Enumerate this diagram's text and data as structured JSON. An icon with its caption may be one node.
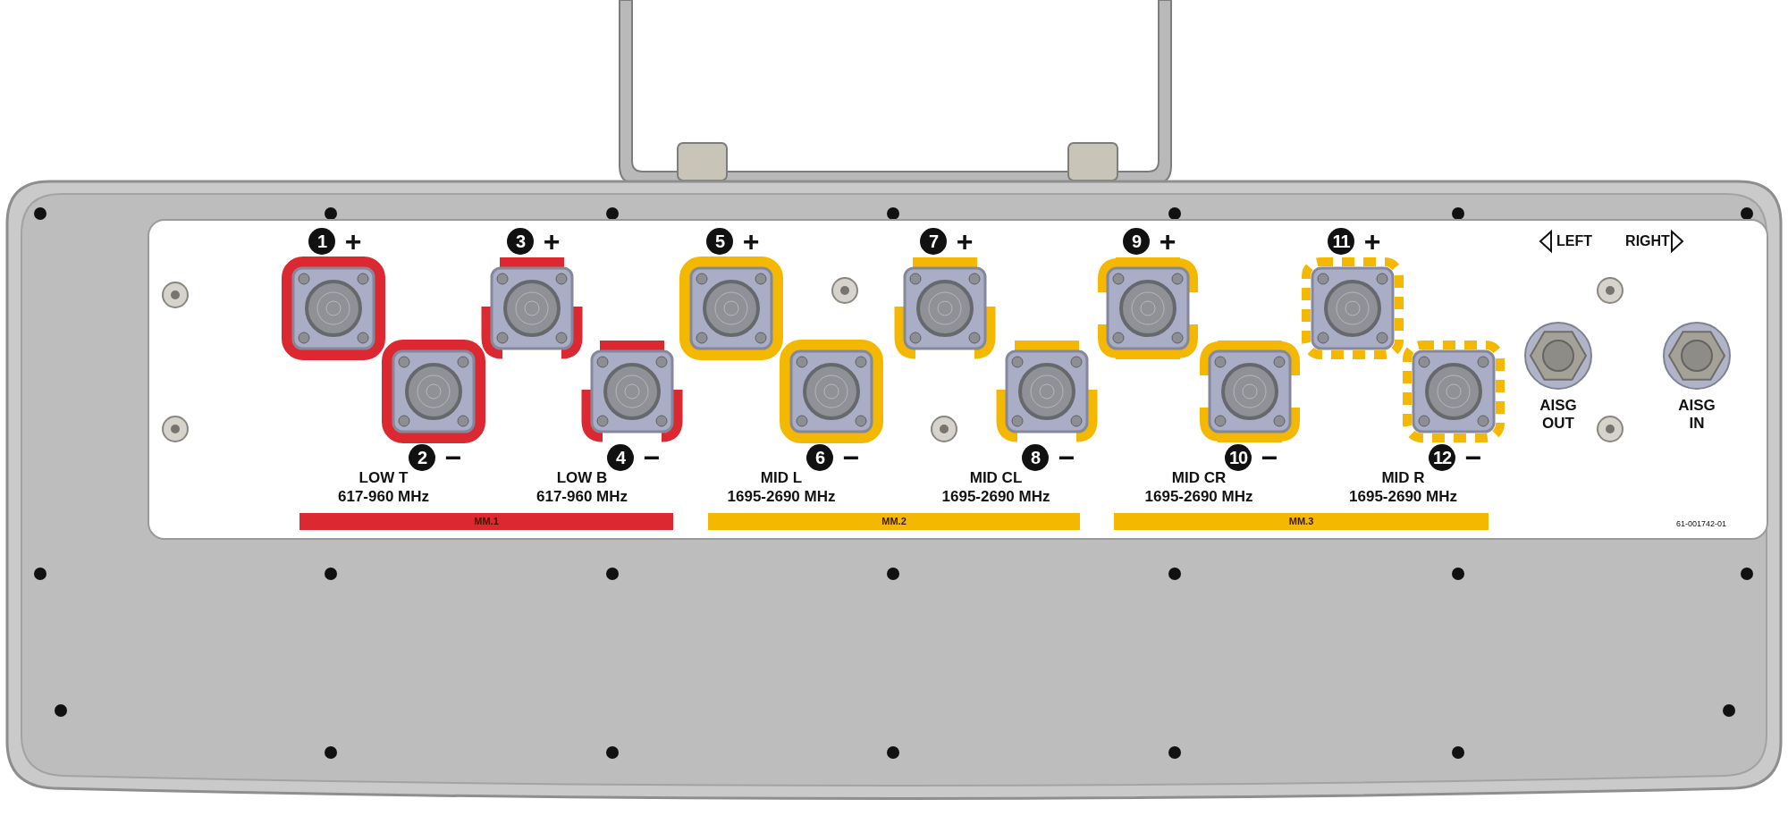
{
  "diagram": {
    "labels": [
      "1",
      "+",
      "3",
      "+",
      "5",
      "+",
      "7",
      "+",
      "9",
      "+",
      "11",
      "+",
      "LEFT",
      "RIGHT",
      "AISG OUT",
      "AISG IN",
      "2",
      "−",
      "4",
      "−",
      "6",
      "−",
      "8",
      "−",
      "10",
      "−",
      "12",
      "−",
      "LOW T",
      "LOW B",
      "MID L",
      "MID CL",
      "MID CR",
      "MID R",
      "617-960 MHz",
      "617-960 MHz",
      "1695-2690 MHz",
      "1695-2690 MHz",
      "1695-2690 MHz",
      "1695-2690 MHz",
      "MM.1",
      "MM.2",
      "MM.3",
      "61-001742-01"
    ]
  }
}
